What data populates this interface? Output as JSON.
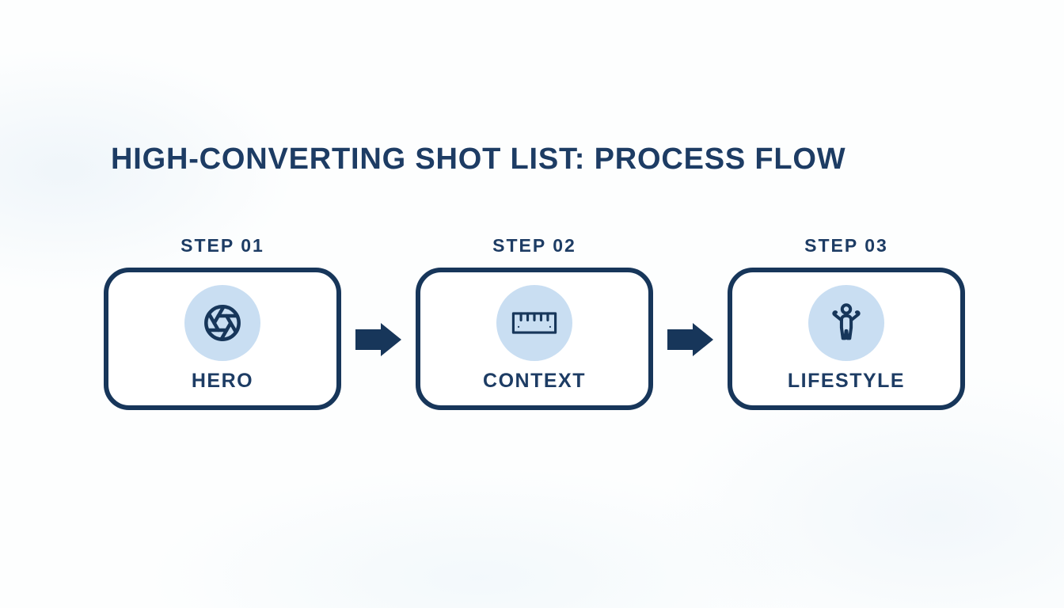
{
  "title": "HIGH-CONVERTING SHOT LIST: PROCESS FLOW",
  "colors": {
    "navy": "#17365a",
    "text_navy": "#1d3c64",
    "icon_circle_blue": "#c9def2",
    "background": "#fdfefe",
    "box_background": "#ffffff"
  },
  "steps": [
    {
      "step_label": "STEP 01",
      "name": "HERO",
      "icon": "aperture-icon"
    },
    {
      "step_label": "STEP 02",
      "name": "CONTEXT",
      "icon": "ruler-icon"
    },
    {
      "step_label": "STEP 03",
      "name": "LIFESTYLE",
      "icon": "person-arms-raised-icon"
    }
  ],
  "connector": {
    "icon": "right-arrow-icon"
  }
}
